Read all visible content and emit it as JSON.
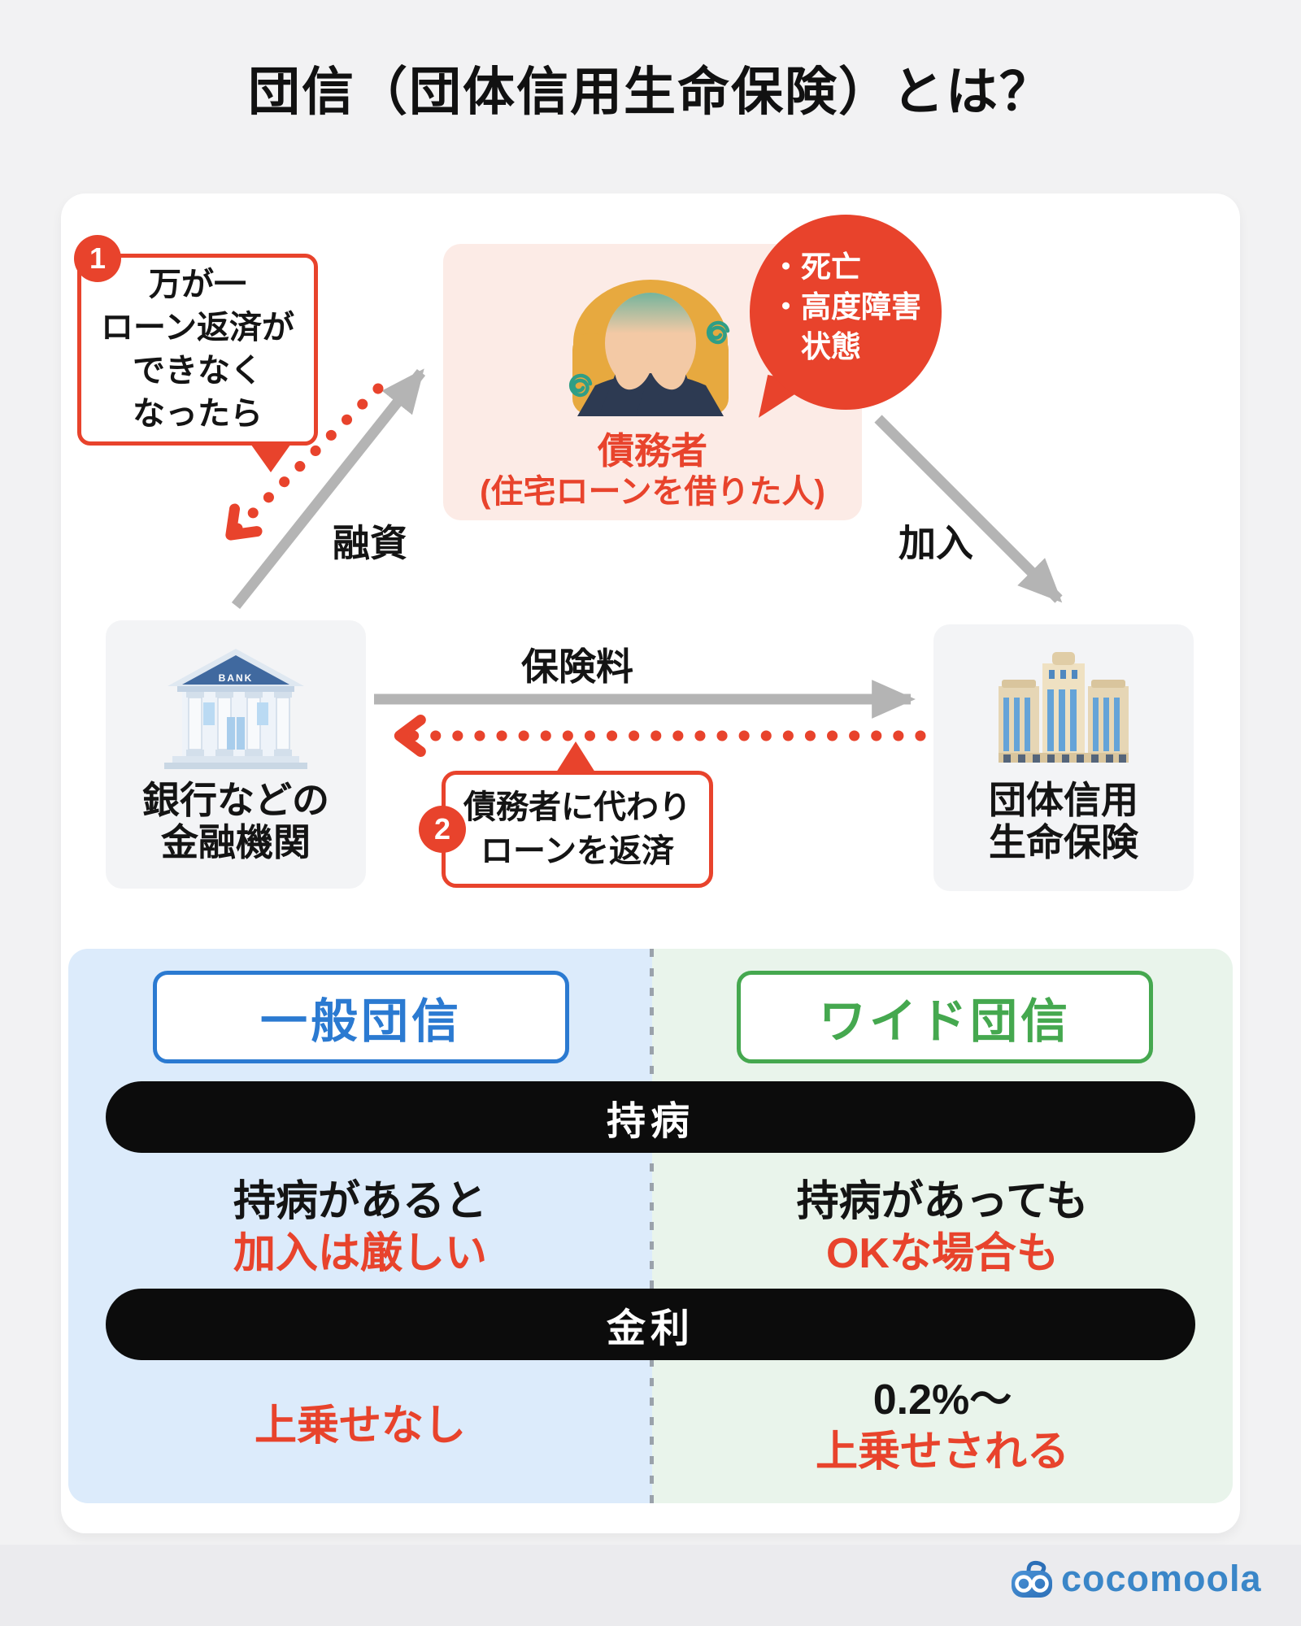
{
  "title": "団信（団体信用生命保険）とは？",
  "colors": {
    "accent_red": "#e8432c",
    "general_blue": "#2b7ad1",
    "wide_green": "#45a84f",
    "brand_blue": "#3a86c8",
    "arrow_gray": "#b4b4b4",
    "pill_black": "#0c0c0c"
  },
  "diagram": {
    "callout1": {
      "number": "1",
      "lines": [
        "万が一",
        "ローン返済が",
        "できなく",
        "なったら"
      ]
    },
    "debtor": {
      "name": "債務者",
      "desc": "(住宅ローンを借りた人)"
    },
    "bubble": {
      "lines": [
        "・死亡",
        "・高度障害",
        "状態"
      ]
    },
    "labels": {
      "loan": "融資",
      "join": "加入",
      "premium": "保険料"
    },
    "bank": {
      "icon_text": "BANK",
      "lines": [
        "銀行などの",
        "金融機関"
      ]
    },
    "insurer": {
      "lines": [
        "団体信用",
        "生命保険"
      ]
    },
    "callout2": {
      "number": "2",
      "lines": [
        "債務者に代わり",
        "ローンを返済"
      ]
    }
  },
  "compare": {
    "headers": [
      "持病",
      "金利"
    ],
    "left": {
      "tab": "一般団信",
      "rows": [
        {
          "line1": "持病があると",
          "line2": "加入は厳しい"
        },
        {
          "line2": "上乗せなし"
        }
      ]
    },
    "right": {
      "tab": "ワイド団信",
      "rows": [
        {
          "line1": "持病があっても",
          "line2": "OKな場合も"
        },
        {
          "line1": "0.2%〜",
          "line2": "上乗せされる"
        }
      ]
    }
  },
  "footer": {
    "brand": "cocomoola"
  }
}
